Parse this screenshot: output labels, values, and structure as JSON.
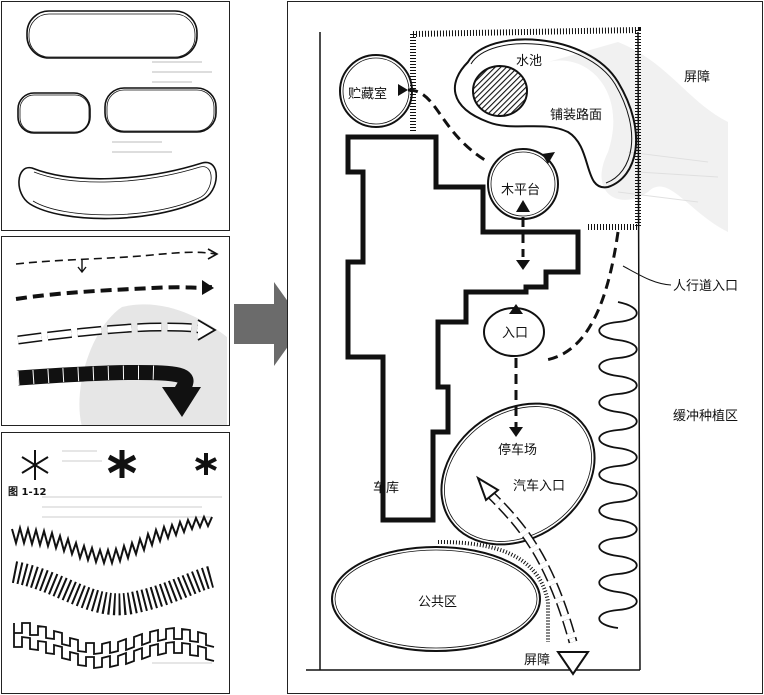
{
  "figure_label": "图 1-12",
  "plan": {
    "labels": {
      "water_pool": "水池",
      "storage_room": "贮藏室",
      "paved_path": "铺装路面",
      "screen_top": "屏障",
      "wood_deck": "木平台",
      "sidewalk_entrance": "人行道入口",
      "entrance": "入口",
      "buffer_planting": "缓冲种植区",
      "parking": "停车场",
      "car_entrance": "汽车入口",
      "garage": "车库",
      "public_area": "公共区",
      "screen_bottom": "屏障"
    }
  }
}
